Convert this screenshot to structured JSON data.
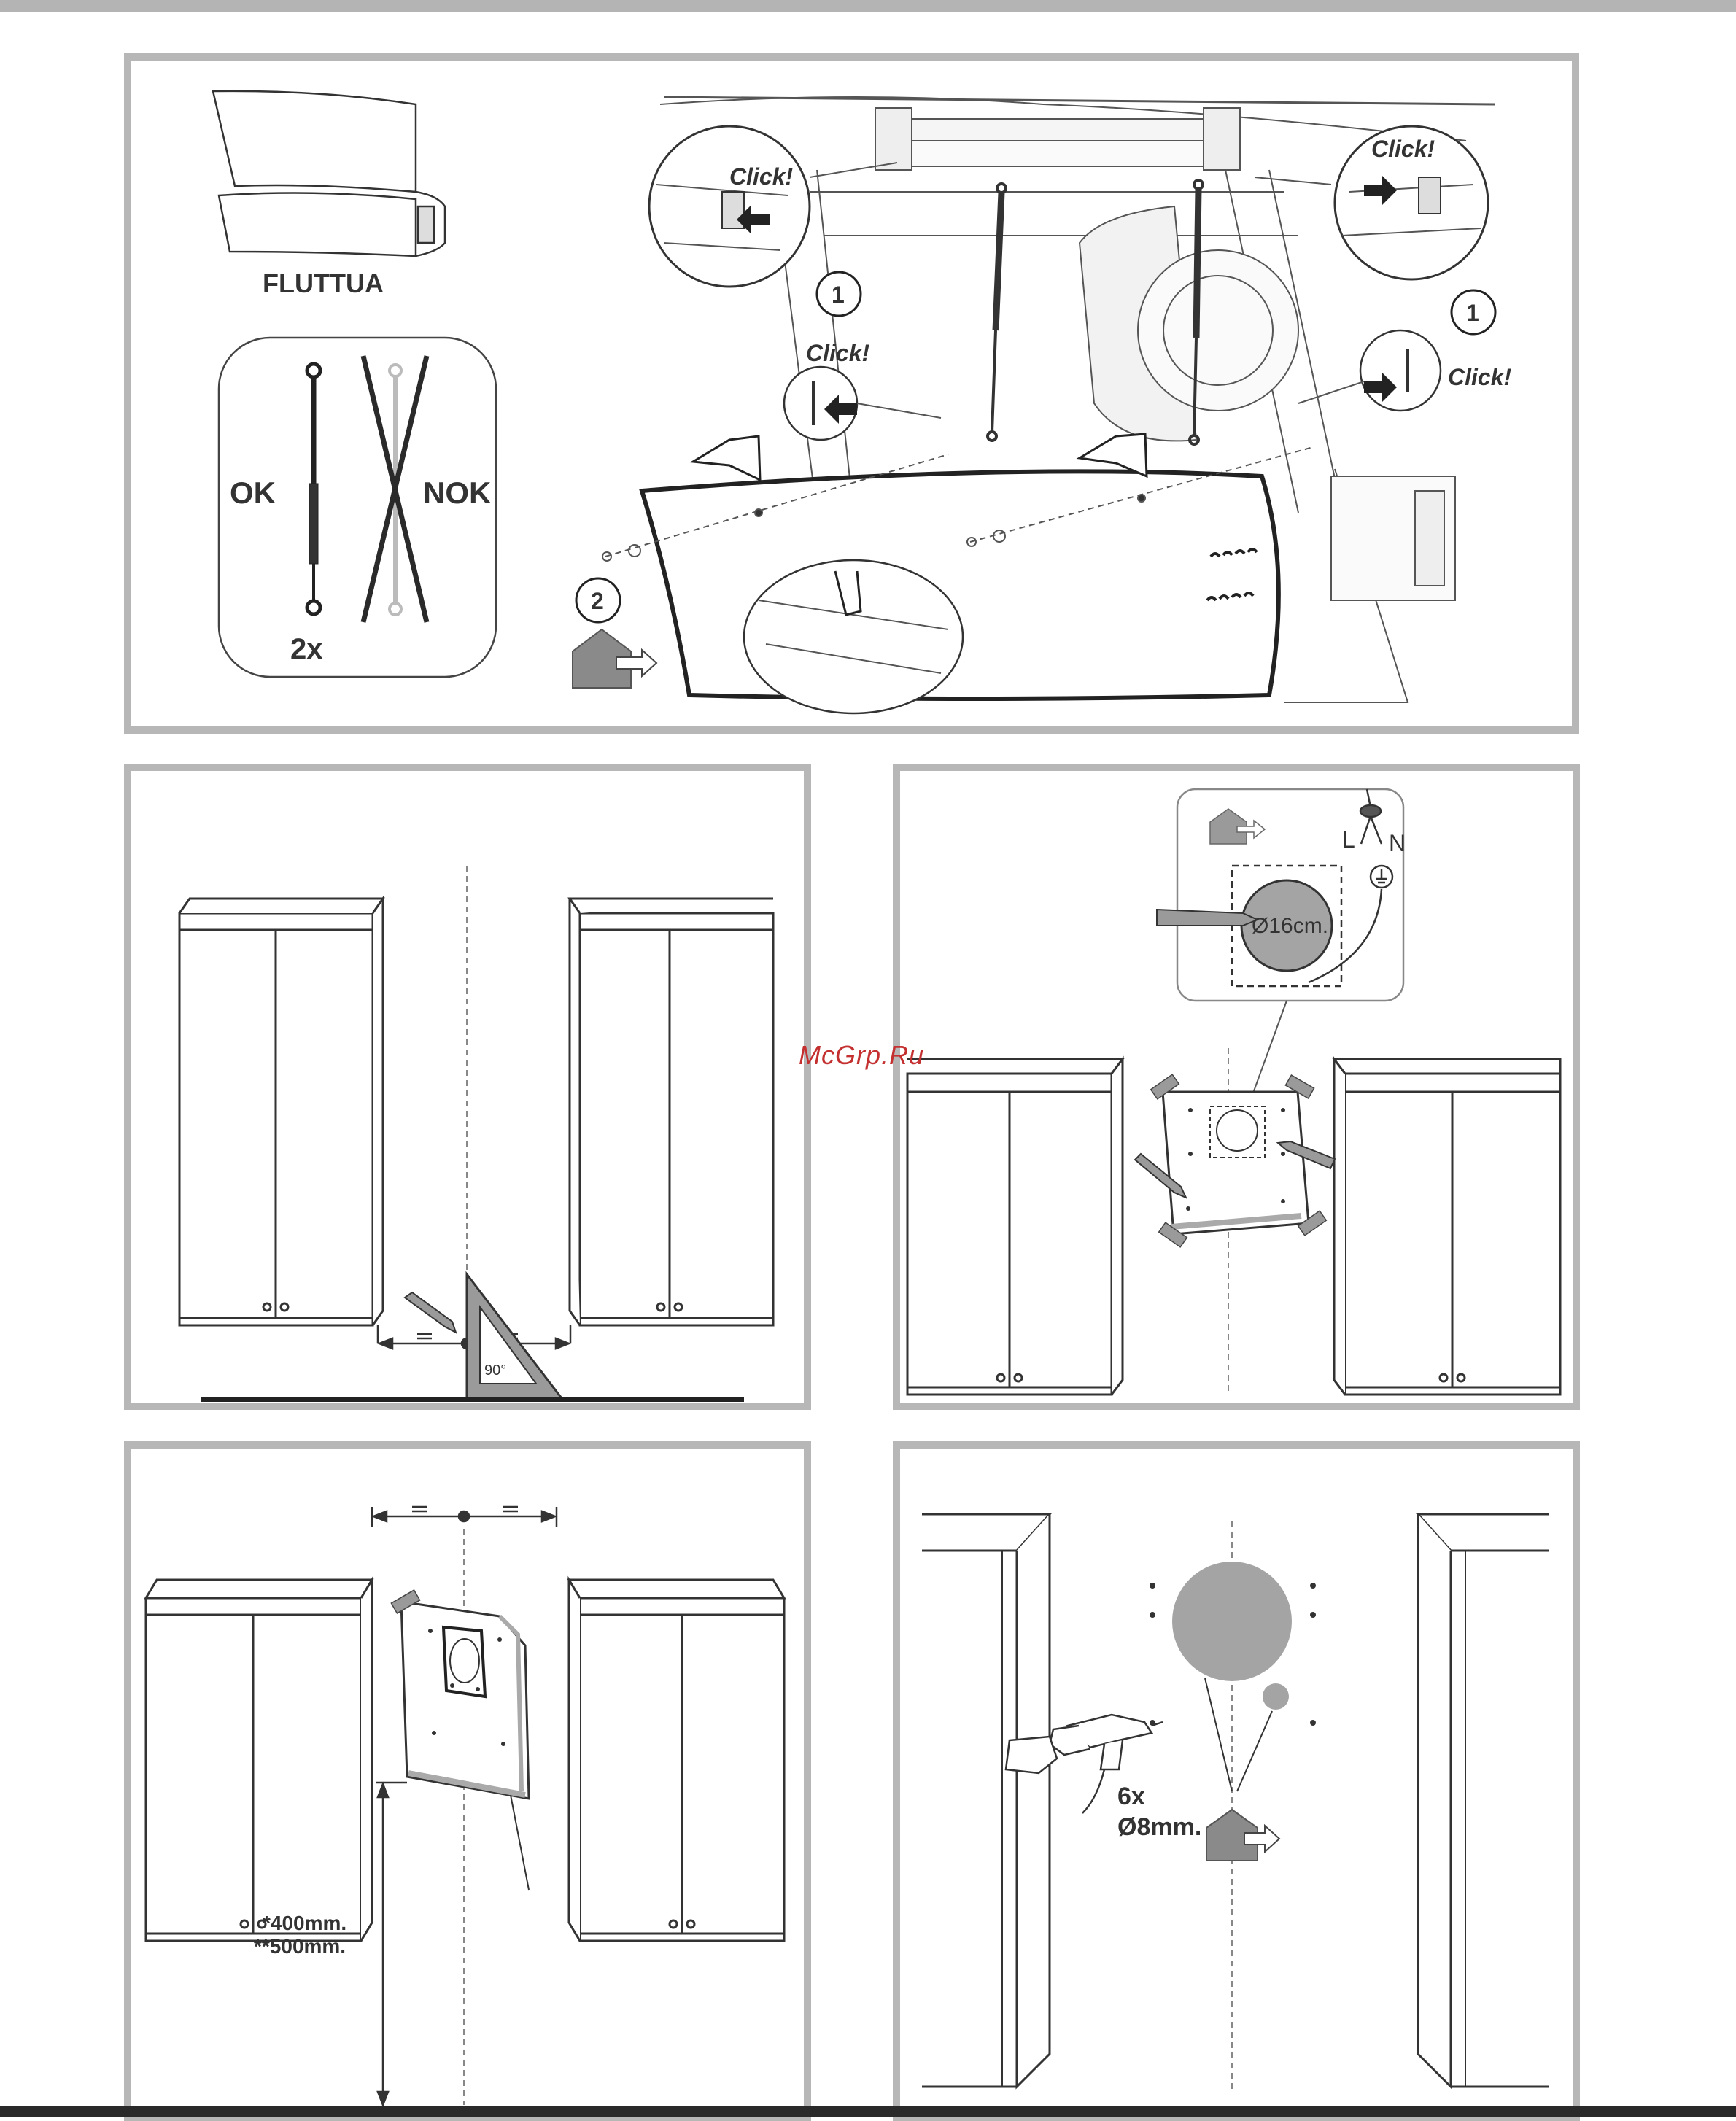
{
  "watermark": "McGrp.Ru",
  "panel1": {
    "product_name": "FLUTTUA",
    "ok_label": "OK",
    "nok_label": "NOK",
    "quantity": "2x",
    "click_label": "Click!",
    "step1": "1",
    "step2": "2"
  },
  "panel3": {
    "angle": "90°"
  },
  "panel4": {
    "duct_diameter": "Ø16cm.",
    "live_label": "L",
    "neutral_label": "N"
  },
  "panel5": {
    "height_a": "*400mm.",
    "height_b": "**500mm."
  },
  "panel6": {
    "hole_count": "6x",
    "hole_diameter": "Ø8mm."
  },
  "colors": {
    "frame": "#b7b7b7",
    "line": "#333333",
    "fill_grey": "#9a9a9a",
    "watermark": "#c43030"
  }
}
